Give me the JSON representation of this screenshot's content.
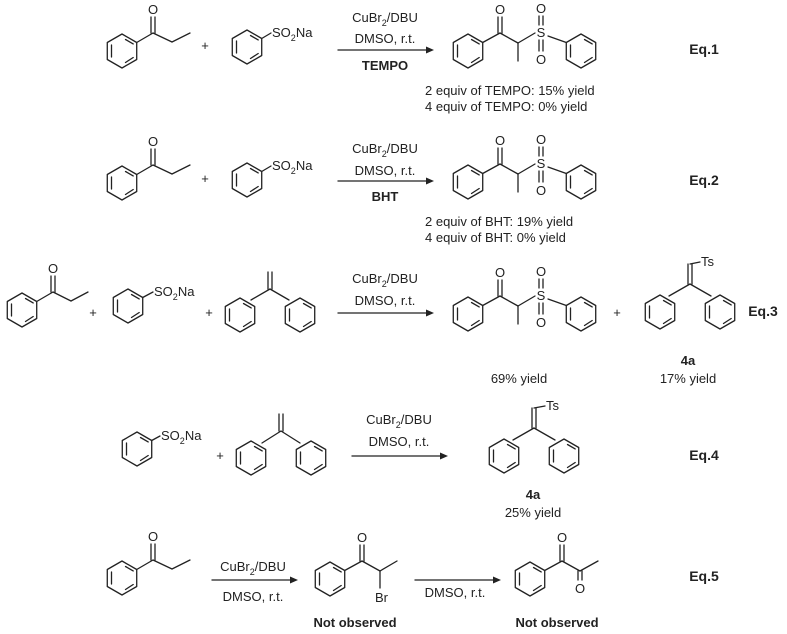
{
  "reactions": [
    {
      "label": "Eq.1",
      "reagent_top": "CuBr",
      "reagent_top_sub": "2",
      "reagent_top_tail": "/DBU",
      "solvent": "DMSO, r.t.",
      "additive": "TEMPO",
      "result_lines": [
        "2 equiv of TEMPO: 15% yield",
        "4 equiv of TEMPO: 0% yield"
      ]
    },
    {
      "label": "Eq.2",
      "reagent_top": "CuBr",
      "reagent_top_sub": "2",
      "reagent_top_tail": "/DBU",
      "solvent": "DMSO, r.t.",
      "additive": "BHT",
      "result_lines": [
        "2 equiv of BHT: 19% yield",
        "4 equiv of BHT: 0% yield"
      ]
    },
    {
      "label": "Eq.3",
      "reagent_top": "CuBr",
      "reagent_top_sub": "2",
      "reagent_top_tail": "/DBU",
      "solvent": "DMSO, r.t.",
      "product1_yield": "69% yield",
      "product2_name": "4a",
      "product2_yield": "17% yield"
    },
    {
      "label": "Eq.4",
      "reagent_top": "CuBr",
      "reagent_top_sub": "2",
      "reagent_top_tail": "/DBU",
      "solvent": "DMSO, r.t.",
      "product_name": "4a",
      "product_yield": "25% yield"
    },
    {
      "label": "Eq.5",
      "reagent_top": "CuBr",
      "reagent_top_sub": "2",
      "reagent_top_tail": "/DBU",
      "solvent1": "DMSO, r.t.",
      "solvent2": "DMSO, r.t.",
      "intermediate_status": "Not observed",
      "product_status": "Not observed"
    }
  ],
  "atoms": {
    "oxygen": "O",
    "sulfur": "S",
    "bromine": "Br",
    "tosyl": "Ts",
    "sulfinate": "SO",
    "sulfinate_sub": "2",
    "sulfinate_tail": "Na",
    "plus": "+"
  }
}
